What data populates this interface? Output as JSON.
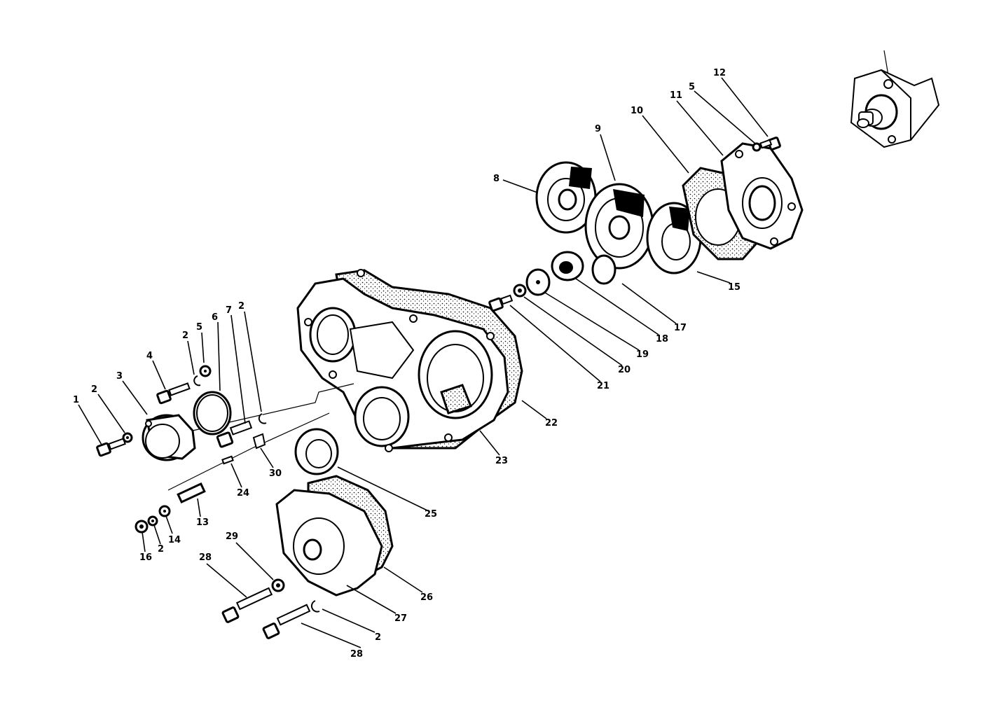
{
  "diagram": {
    "callouts": [
      {
        "text": "1"
      },
      {
        "text": "2"
      },
      {
        "text": "3"
      },
      {
        "text": "4"
      },
      {
        "text": "2"
      },
      {
        "text": "5"
      },
      {
        "text": "6"
      },
      {
        "text": "7"
      },
      {
        "text": "2"
      },
      {
        "text": "8"
      },
      {
        "text": "9"
      },
      {
        "text": "10"
      },
      {
        "text": "11"
      },
      {
        "text": "5"
      },
      {
        "text": "12"
      },
      {
        "text": "15"
      },
      {
        "text": "17"
      },
      {
        "text": "18"
      },
      {
        "text": "19"
      },
      {
        "text": "20"
      },
      {
        "text": "21"
      },
      {
        "text": "22"
      },
      {
        "text": "23"
      },
      {
        "text": "30"
      },
      {
        "text": "24"
      },
      {
        "text": "25"
      },
      {
        "text": "13"
      },
      {
        "text": "16"
      },
      {
        "text": "2"
      },
      {
        "text": "14"
      },
      {
        "text": "29"
      },
      {
        "text": "28"
      },
      {
        "text": "26"
      },
      {
        "text": "27"
      },
      {
        "text": "2"
      },
      {
        "text": "28"
      }
    ]
  }
}
